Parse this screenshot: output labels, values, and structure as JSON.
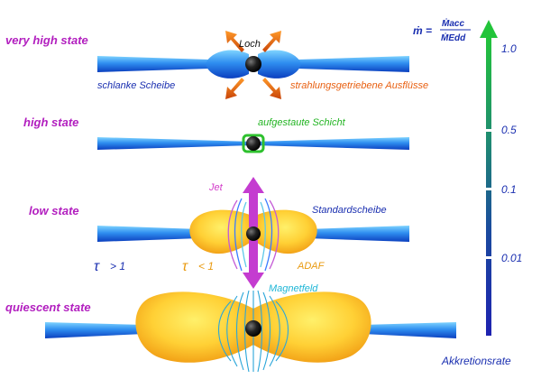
{
  "states": {
    "very_high": "very high state",
    "high": "high state",
    "low": "low state",
    "quiescent": "quiescent state"
  },
  "labels": {
    "loch": "Loch",
    "schlanke": "schlanke Scheibe",
    "strahlung": "strahlungsgetriebene Ausflüsse",
    "aufgestaut": "aufgestaute Schicht",
    "jet": "Jet",
    "standard": "Standardscheibe",
    "tau_gt_sym": "τ",
    "tau_gt_rel": "> 1",
    "tau_lt_sym": "τ",
    "tau_lt_rel": "< 1",
    "adaf": "ADAF",
    "magnetfeld": "Magnetfeld"
  },
  "formula": {
    "lhs": "ṁ =",
    "num": "Ṁacc",
    "den": "ṀEdd"
  },
  "scale": {
    "ticks": [
      "1.0",
      "0.5",
      "0.1",
      "0.01"
    ],
    "axis_label": "Akkretionsrate"
  },
  "colors": {
    "state_label": "#b21fbf",
    "disk": "#1c6fe6",
    "blue_text": "#1a2fb0",
    "orange": "#e85f10",
    "green_text": "#22b422",
    "adaf_text": "#e99a10",
    "magenta": "#d23cc9",
    "cyan_text": "#1fb6d6"
  }
}
